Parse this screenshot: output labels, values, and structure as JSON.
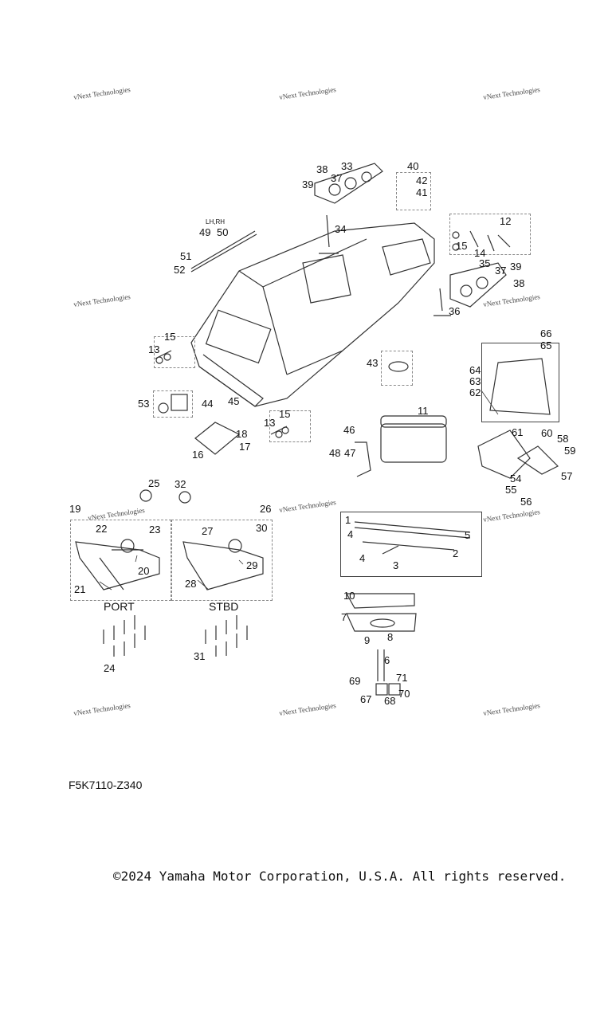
{
  "watermark": "vNext Technologies",
  "diagram_code": "F5K7110-Z340",
  "copyright": "©2024 Yamaha Motor Corporation, U.S.A. All rights reserved.",
  "side_note": "LH,RH",
  "captions": {
    "port": "PORT",
    "stbd": "STBD"
  },
  "callouts": [
    "1",
    "2",
    "3",
    "4",
    "4",
    "5",
    "6",
    "7",
    "8",
    "9",
    "10",
    "11",
    "12",
    "13",
    "13",
    "14",
    "15",
    "15",
    "15",
    "16",
    "17",
    "18",
    "19",
    "20",
    "21",
    "22",
    "23",
    "24",
    "25",
    "26",
    "27",
    "28",
    "29",
    "30",
    "31",
    "32",
    "33",
    "34",
    "35",
    "36",
    "37",
    "37",
    "38",
    "38",
    "39",
    "39",
    "40",
    "41",
    "42",
    "43",
    "44",
    "45",
    "46",
    "47",
    "48",
    "49",
    "50",
    "51",
    "52",
    "53",
    "54",
    "55",
    "56",
    "57",
    "58",
    "59",
    "60",
    "61",
    "62",
    "63",
    "64",
    "65",
    "66",
    "67",
    "68",
    "69",
    "70",
    "71"
  ]
}
